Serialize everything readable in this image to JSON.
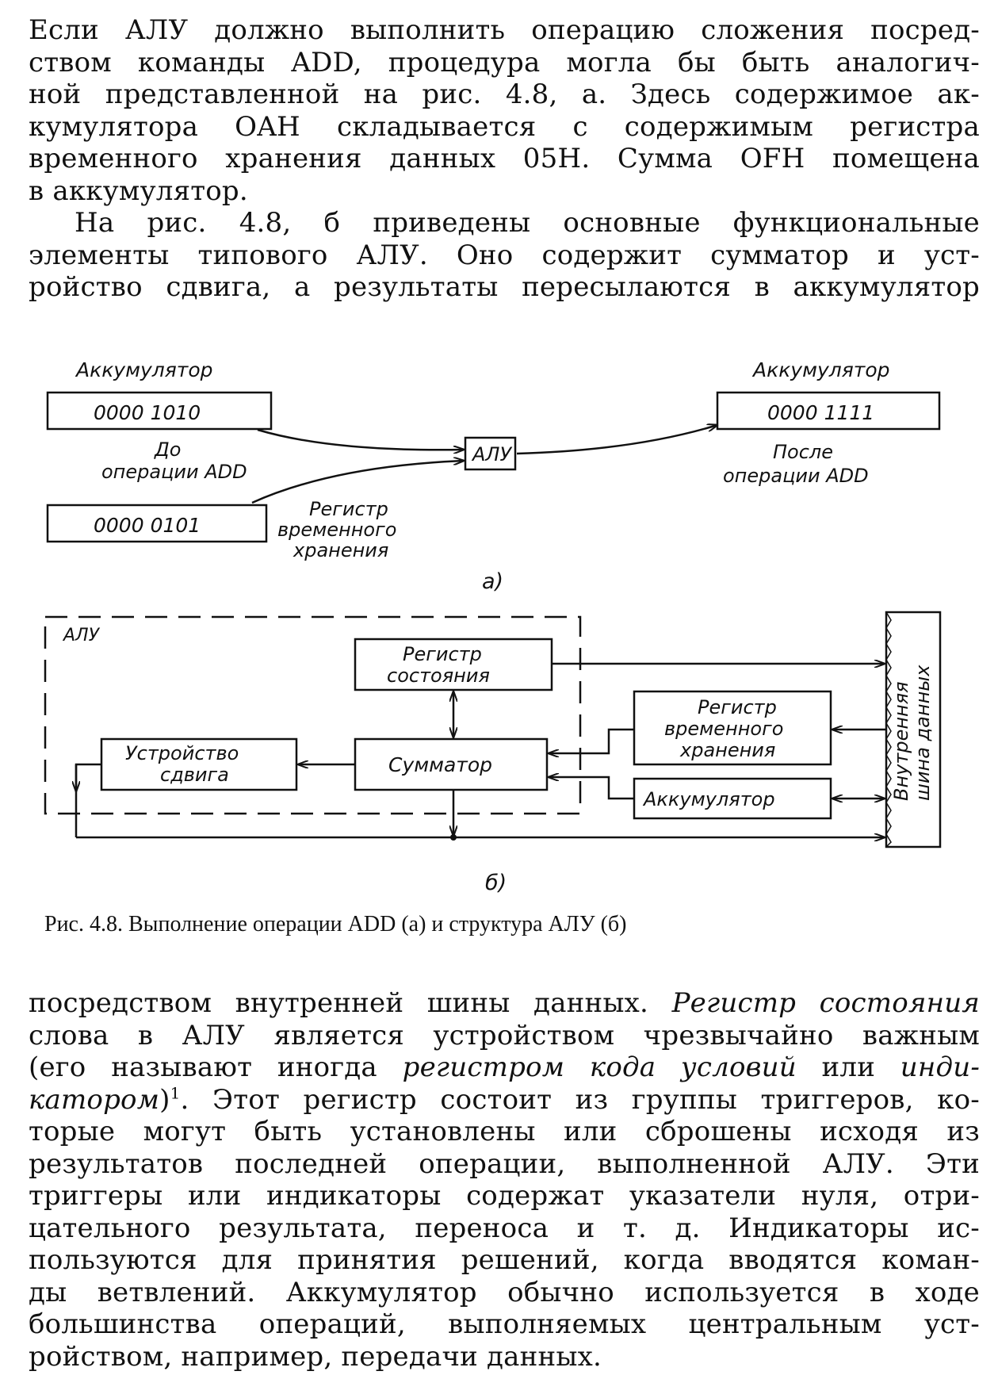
{
  "text_top": {
    "lines": [
      "Если АЛУ должно выполнить операцию сложения посред-",
      "ством команды ADD, процедура могла бы быть аналогич-",
      "ной представленной на рис. 4.8, а. Здесь содержимое ак-",
      "кумулятора OAH складывается с содержимым регистра",
      "временного хранения данных 05H. Сумма OFH помещена",
      "в аккумулятор.",
      "На рис. 4.8, б приведены основные функциональные",
      "элементы типового АЛУ. Оно содержит сумматор и уст-",
      "ройство сдвига, а результаты пересылаются в аккумулятор"
    ]
  },
  "figure_a": {
    "acc_before_label": "Аккумулятор",
    "acc_before_value": "0000 1010",
    "acc_after_label": "Аккумулятор",
    "acc_after_value": "0000 1111",
    "tmp_value": "0000 0101",
    "before_op_line1": "До",
    "before_op_line2": "операции ADD",
    "after_op_line1": "После",
    "after_op_line2": "операции ADD",
    "tmp_label_line1": "Регистр",
    "tmp_label_line2": "временного",
    "tmp_label_line3": "хранения",
    "alu_label": "АЛУ",
    "sublabel": "а)"
  },
  "figure_b": {
    "alu_frame_label": "АЛУ",
    "status_reg_line1": "Регистр",
    "status_reg_line2": "состояния",
    "tmp_reg_line1": "Регистр",
    "tmp_reg_line2": "временного",
    "tmp_reg_line3": "хранения",
    "shifter_line1": "Устройство",
    "shifter_line2": "сдвига",
    "adder": "Сумматор",
    "accumulator": "Аккумулятор",
    "bus_line1": "Внутренняя",
    "bus_line2": "шина данных",
    "sublabel": "б)"
  },
  "caption": "Рис. 4.8. Выполнение операции ADD (а) и структура АЛУ (б)",
  "text_bottom": {
    "l1_a": "посредством внутренней шины данных.",
    "l1_b": "Регистр состояния",
    "l2": "слова в АЛУ является устройством чрезвычайно важным",
    "l3_a": "(его называют иногда",
    "l3_b": "регистром кода условий",
    "l3_c": "или",
    "l3_d": "инди-",
    "l4_a": "катором",
    "l4_b": ")",
    "l4_sup": "1",
    "l4_c": ". Этот регистр состоит из группы триггеров, ко-",
    "l5": "торые могут быть установлены или сброшены исходя из",
    "l6": "результатов последней операции, выполненной АЛУ. Эти",
    "l7": "триггеры или индикаторы содержат указатели нуля, отри-",
    "l8": "цательного результата, переноса и т. д. Индикаторы ис-",
    "l9": "пользуются для принятия решений, когда вводятся коман-",
    "l10": "ды ветвлений. Аккумулятор обычно используется в ходе",
    "l11": "большинства операций, выполняемых центральным уст-",
    "l12": "ройством, например, передачи данных."
  }
}
